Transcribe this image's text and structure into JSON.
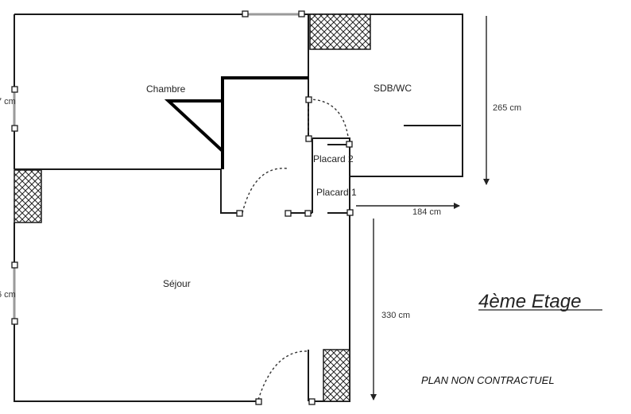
{
  "rooms": {
    "chambre": "Chambre",
    "sdb_wc": "SDB/WC",
    "placard_2": "Placard 2",
    "placard_1": "Placard 1",
    "sejour": "Séjour"
  },
  "dimensions": {
    "left_upper": "7 cm",
    "left_lower": "6 cm",
    "right_height": "265 cm",
    "placard_width": "184 cm",
    "right_lower": "330 cm"
  },
  "floor_label": "4ème Etage",
  "note": "PLAN NON CONTRACTUEL"
}
